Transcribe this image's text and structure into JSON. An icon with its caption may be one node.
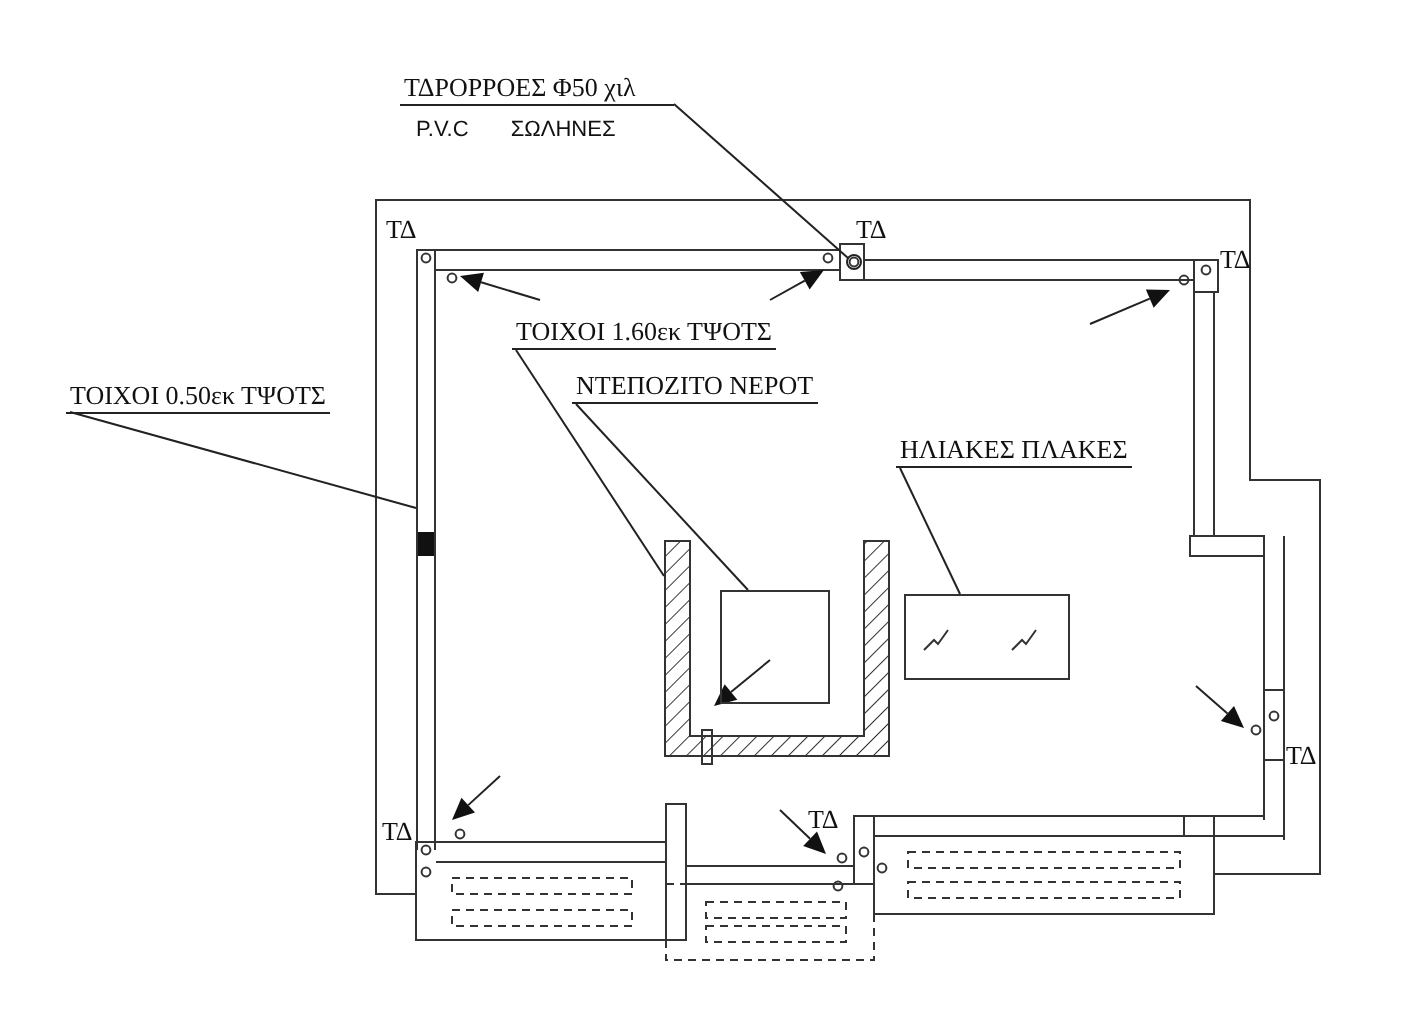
{
  "diagram": {
    "nodes": [
      {
        "text": [
          "ΤΔΡΟΡΡΟΕΣ Φ50 χιλ",
          "P.V.C ΣΩΛΗΝΕΣ"
        ]
      },
      {
        "text": [
          "ΤΟΙΧΟΙ 0.50εκ ΤΨΟΤΣ"
        ]
      },
      {
        "text": [
          "ΤΟΙΧΟΙ 1.60εκ ΤΨΟΤΣ"
        ]
      },
      {
        "text": [
          "ΝΤΕΠΟΖΙΤΟ ΝΕΡΟΤ"
        ]
      },
      {
        "text": [
          "ΗΛΙΑΚΕΣ ΠΛΑΚΕΣ"
        ]
      },
      {
        "text": [],
        "shape": "circle"
      },
      {
        "text": [],
        "shape": "bar"
      },
      {
        "text": [],
        "shape": "bar"
      },
      {
        "text": [],
        "shape": "box"
      },
      {
        "text": [],
        "shape": "box"
      }
    ],
    "edges": [
      {
        "from": 0,
        "to": 5,
        "arrow": "none"
      },
      {
        "from": 1,
        "to": 6,
        "arrow": "none"
      },
      {
        "from": 2,
        "to": 7,
        "arrow": "none"
      },
      {
        "from": 3,
        "to": 8,
        "arrow": "none"
      },
      {
        "from": 4,
        "to": 9,
        "arrow": "none"
      }
    ],
    "labels": [
      "ΤΔ",
      "ΤΔ",
      "ΤΔ",
      "ΤΔ",
      "ΤΔ",
      "ΤΔ"
    ]
  }
}
